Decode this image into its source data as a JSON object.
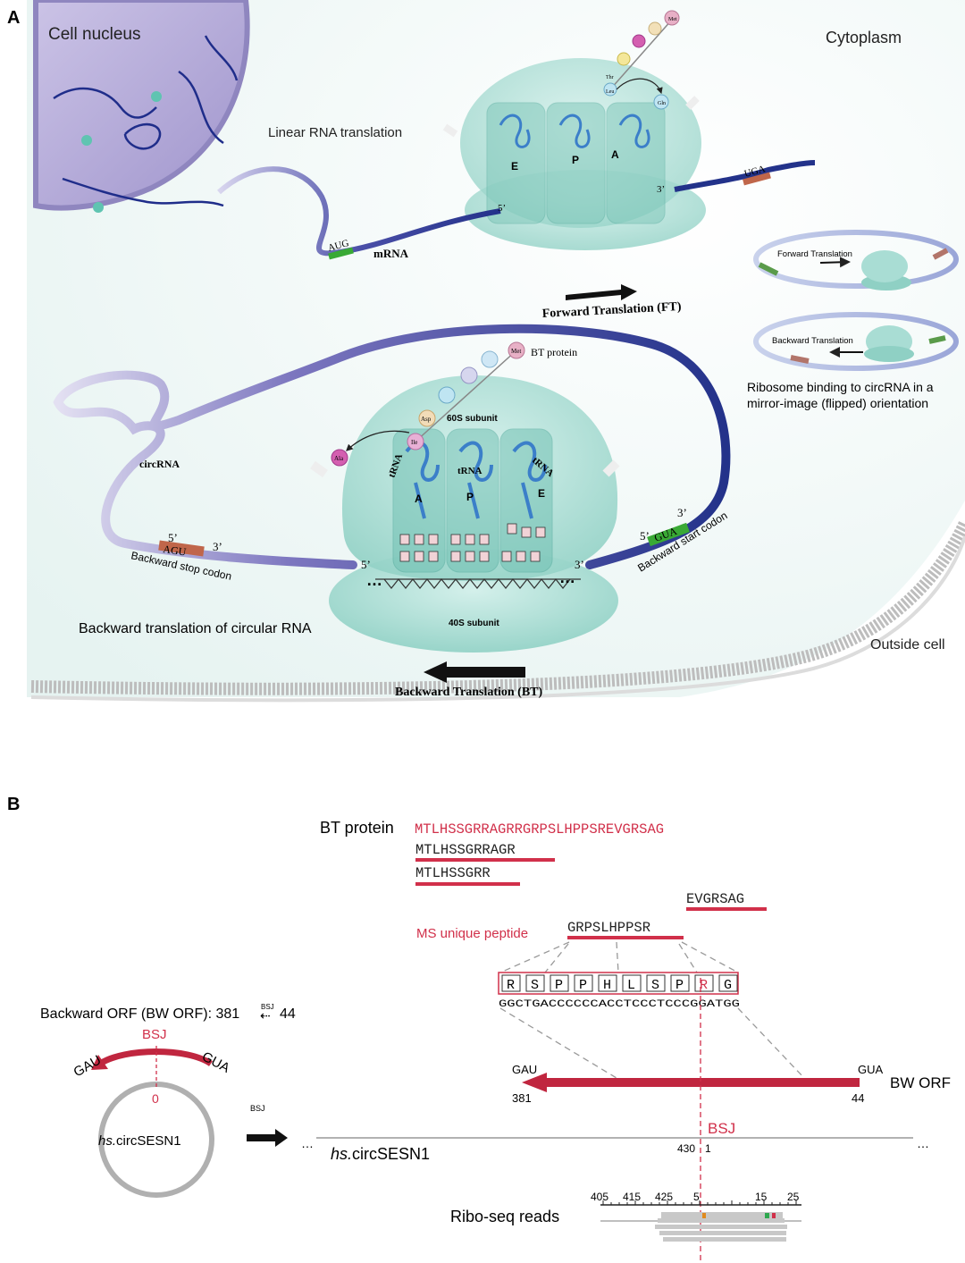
{
  "panel_a": {
    "label": "A",
    "cell_nucleus": "Cell nucleus",
    "cytoplasm": "Cytoplasm",
    "outside_cell": "Outside cell",
    "linear_rna_translation": "Linear RNA translation",
    "mrna": "mRNA",
    "aug": "AUG",
    "uga": "UGA",
    "five_prime": "5’",
    "three_prime": "3’",
    "ellipsis": "…",
    "ft_label": "Forward Translation (FT)",
    "bt_label": "Backward Translation (BT)",
    "top_amino_acids": [
      "Met",
      "Thr",
      "Leu",
      "Gln"
    ],
    "top_sites": [
      "E",
      "P",
      "A"
    ],
    "bt_protein": "BT protein",
    "bt_amino_acids": [
      "Met",
      "Asp",
      "Ile",
      "Ala"
    ],
    "subunit_60s": "60S subunit",
    "subunit_40s": "40S subunit",
    "trna": "tRNA",
    "bottom_sites": [
      "A",
      "P",
      "E"
    ],
    "circrna": "circRNA",
    "agu": "AGU",
    "gua": "GUA",
    "backward_stop_codon": "Backward stop codon",
    "backward_start_codon": "Backward start codon",
    "backward_translation_circular": "Backward translation of circular RNA",
    "inset_forward": "Forward Translation",
    "inset_backward": "Backward Translation",
    "inset_caption_1": "Ribosome binding to circRNA in a",
    "inset_caption_2": "mirror-image (flipped) orientation",
    "colors": {
      "nucleus": "#b3a9d6",
      "ribosome": "#a9ddd4",
      "rna_dark": "#2a3a8c",
      "rna_light": "#c7c4e6",
      "start_codon": "#39a935",
      "stop_codon": "#c0664a",
      "membrane": "#c8c8c8"
    }
  },
  "panel_b": {
    "label": "B",
    "bt_protein_label": "BT protein",
    "bt_protein_seq": "MTLHSSGRRAGRRGRPSLHPPSREVGRSAG",
    "peptides": [
      "MTLHSSGRRAGR",
      "MTLHSSGRR",
      "EVGRSAG",
      "GRPSLHPPSR"
    ],
    "ms_unique_peptide": "MS unique peptide",
    "aa_boxes": [
      "R",
      "S",
      "P",
      "P",
      "H",
      "L",
      "S",
      "P",
      "R",
      "G"
    ],
    "nucleotides": "GGCTGACCCCCCACCTCCCTCCCGGATGG",
    "bw_orf_title_prefix": "Backward ORF (BW ORF): 381",
    "bw_orf_title_bsj": "BSJ",
    "bw_orf_title_arrow": "⇠",
    "bw_orf_title_suffix": "44",
    "bsj": "BSJ",
    "gau": "GAU",
    "gua": "GUA",
    "zero": "0",
    "circ_name": "hs.circSESN1",
    "circ_name_italic": "hs.",
    "circ_name_rest": "circSESN1",
    "small_bsj": "BSJ",
    "bw_orf": "BW ORF",
    "orf_start": "381",
    "orf_end": "44",
    "pos_430": "430",
    "pos_1": "1",
    "ellipsis": "…",
    "ribo_seq_reads": "Ribo-seq reads",
    "ribo_ticks": [
      "405",
      "415",
      "425",
      "5",
      "15",
      "25"
    ],
    "colors": {
      "red": "#d1304a",
      "dark_red": "#c0263f",
      "gray": "#aaaaaa"
    }
  }
}
